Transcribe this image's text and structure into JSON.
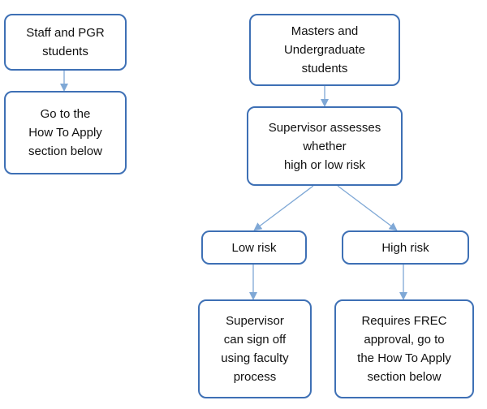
{
  "flowchart": {
    "accent_color": "#3e70b5",
    "arrow_color": "#7fa8d6",
    "nodes": {
      "staff_pgr": "Staff and PGR\nstudents",
      "go_apply": "Go to the\nHow To Apply\nsection below",
      "masters_ug": "Masters and\nUndergraduate\nstudents",
      "supervisor_assesses": "Supervisor assesses\nwhether\nhigh or low risk",
      "low_risk": "Low risk",
      "high_risk": "High risk",
      "supervisor_signoff": "Supervisor\ncan sign off\nusing faculty\nprocess",
      "requires_frec": "Requires FREC\napproval, go to\nthe How To Apply\nsection below"
    }
  }
}
